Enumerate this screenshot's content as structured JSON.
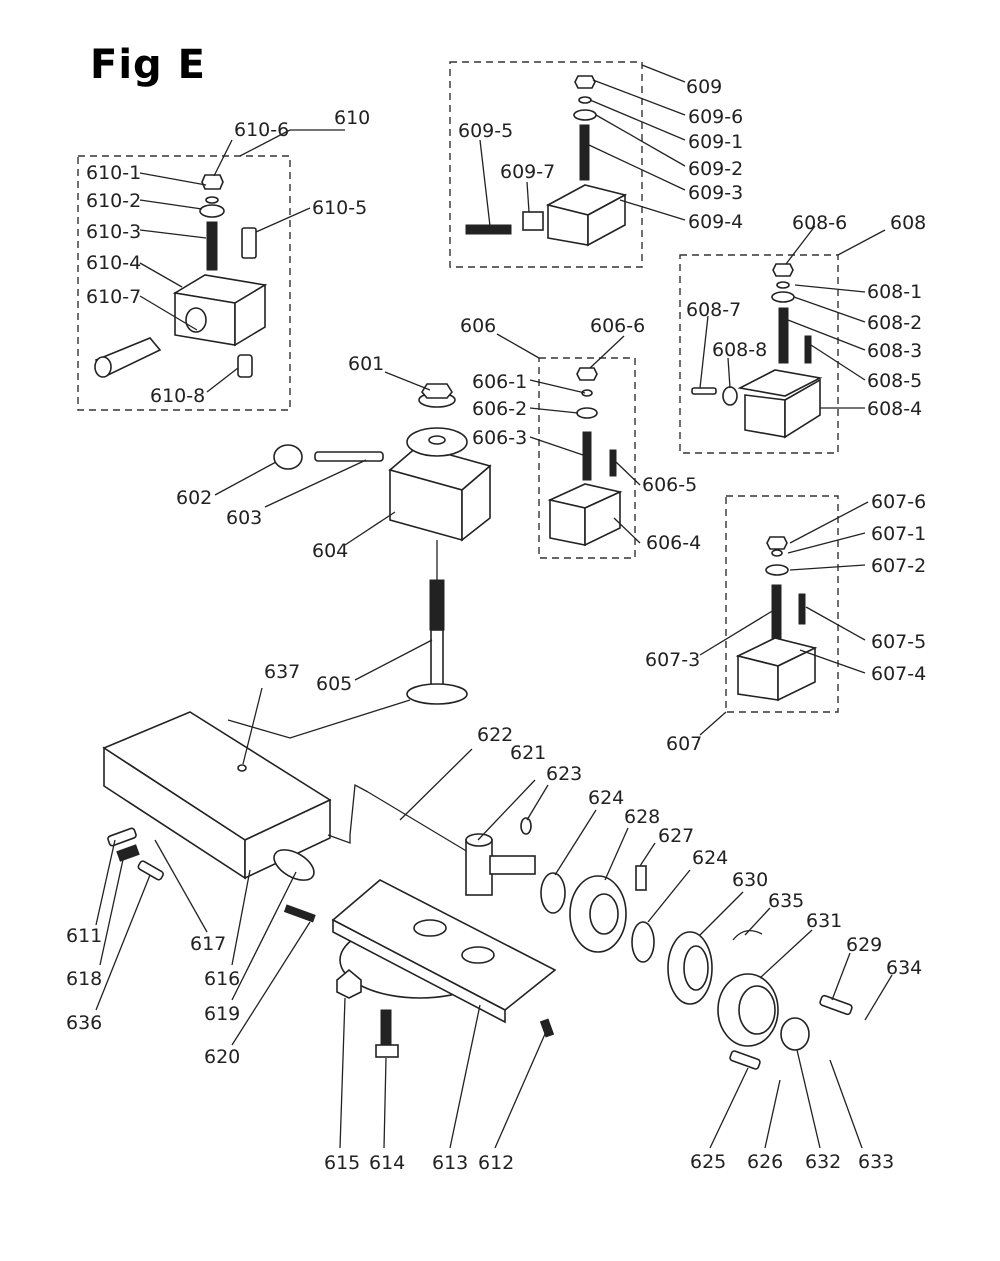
{
  "title": "Fig E",
  "labels": {
    "l601": "601",
    "l602": "602",
    "l603": "603",
    "l604": "604",
    "l605": "605",
    "l606": "606",
    "l606_1": "606-1",
    "l606_2": "606-2",
    "l606_3": "606-3",
    "l606_4": "606-4",
    "l606_5": "606-5",
    "l606_6": "606-6",
    "l607": "607",
    "l607_1": "607-1",
    "l607_2": "607-2",
    "l607_3": "607-3",
    "l607_4": "607-4",
    "l607_5": "607-5",
    "l607_6": "607-6",
    "l608": "608",
    "l608_1": "608-1",
    "l608_2": "608-2",
    "l608_3": "608-3",
    "l608_4": "608-4",
    "l608_5": "608-5",
    "l608_6": "608-6",
    "l608_7": "608-7",
    "l608_8": "608-8",
    "l609": "609",
    "l609_1": "609-1",
    "l609_2": "609-2",
    "l609_3": "609-3",
    "l609_4": "609-4",
    "l609_5": "609-5",
    "l609_6": "609-6",
    "l609_7": "609-7",
    "l610": "610",
    "l610_1": "610-1",
    "l610_2": "610-2",
    "l610_3": "610-3",
    "l610_4": "610-4",
    "l610_5": "610-5",
    "l610_6": "610-6",
    "l610_7": "610-7",
    "l610_8": "610-8",
    "l611": "611",
    "l612": "612",
    "l613": "613",
    "l614": "614",
    "l615": "615",
    "l616": "616",
    "l617": "617",
    "l618": "618",
    "l619": "619",
    "l620": "620",
    "l621": "621",
    "l622": "622",
    "l623": "623",
    "l624a": "624",
    "l624b": "624",
    "l625": "625",
    "l626": "626",
    "l627": "627",
    "l628": "628",
    "l629": "629",
    "l630": "630",
    "l631": "631",
    "l632": "632",
    "l633": "633",
    "l634": "634",
    "l635": "635",
    "l636": "636",
    "l637": "637"
  }
}
